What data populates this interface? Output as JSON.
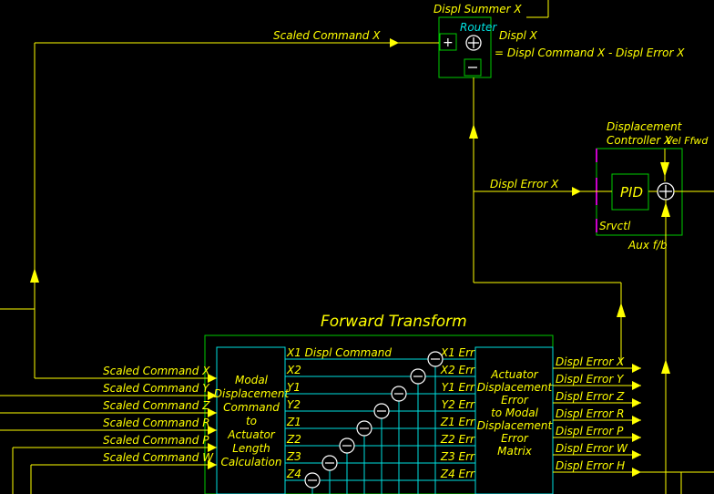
{
  "summer": {
    "title": "Displ Summer X",
    "router": "Router",
    "output": "Displ X",
    "equation": "= Displ Command X - Displ Error X",
    "input_label": "Scaled Command X",
    "plus": "+",
    "minus": "−"
  },
  "controller": {
    "title_line1": "Displacement",
    "title_line2": "Controller X",
    "vel_ffwd": "Vel Ffwd",
    "pid": "PID",
    "input_label": "Displ Error X",
    "srvctl": "Srvctl",
    "aux": "Aux f/b"
  },
  "transform": {
    "title": "Forward Transform",
    "left_block": [
      "Modal",
      "Displacement",
      "Command",
      "to",
      "Actuator",
      "Length",
      "Calculation"
    ],
    "right_block": [
      "Actuator",
      "Displacement",
      "Error",
      "to Modal",
      "Displacement",
      "Error",
      "Matrix"
    ],
    "left_rows": [
      "X1 Displ Command",
      "X2",
      "Y1",
      "Y2",
      "Z1",
      "Z2",
      "Z3",
      "Z4"
    ],
    "right_rows": [
      "X1 Err",
      "X2 Err",
      "Y1 Err",
      "Y2 Err",
      "Z1 Err",
      "Z2 Err",
      "Z3 Err",
      "Z4 Err"
    ]
  },
  "inputs": [
    "Scaled Command X",
    "Scaled Command Y",
    "Scaled Command Z",
    "Scaled Command R",
    "Scaled Command P",
    "Scaled Command W"
  ],
  "outputs": [
    "Displ Error X",
    "Displ Error Y",
    "Displ Error Z",
    "Displ Error R",
    "Displ Error P",
    "Displ Error W",
    "Displ Error H"
  ],
  "colors": {
    "background": "#000000",
    "signal": "#ffff00",
    "block": "#00cc00",
    "matrix": "#00e0e0",
    "marker": "#cc00cc",
    "text": "#ffff00"
  }
}
